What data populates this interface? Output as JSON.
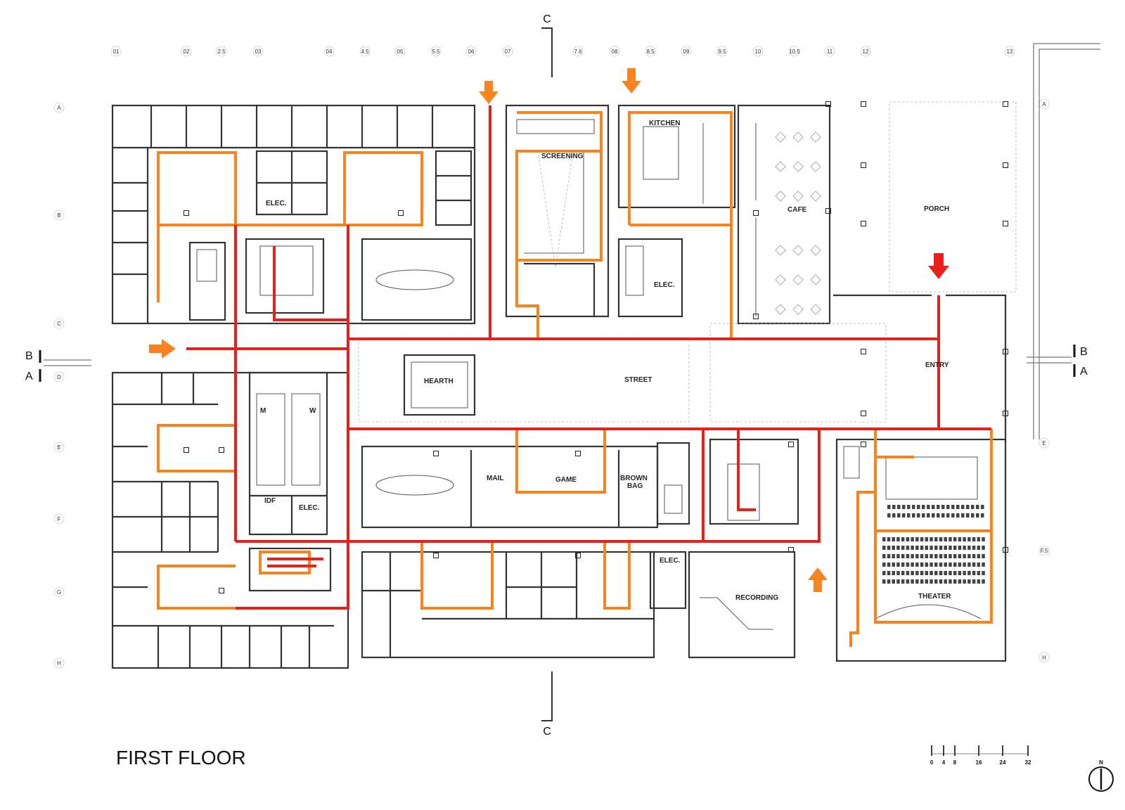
{
  "title": "FIRST FLOOR",
  "north_label": "N",
  "section_markers": {
    "c_top": "C",
    "c_bottom": "C",
    "b_left": "B",
    "a_left": "A",
    "b_right": "B",
    "a_right": "A"
  },
  "column_grid": [
    "01",
    "02",
    "2.5",
    "03",
    "04",
    "4.5",
    "05",
    "5.5",
    "06",
    "07",
    "7.6",
    "08",
    "8.5",
    "09",
    "9.5",
    "10",
    "10.5",
    "11",
    "12",
    "13"
  ],
  "row_grid": [
    "A",
    "B",
    "C",
    "D",
    "E",
    "F",
    "G",
    "H"
  ],
  "row_grid_right": [
    "A",
    "E",
    "F.5",
    "H"
  ],
  "scale_bar": [
    "0",
    "4",
    "8",
    "16",
    "24",
    "32"
  ],
  "rooms": {
    "elec_1": "ELEC.",
    "screening": "SCREENING",
    "kitchen": "KITCHEN",
    "cafe": "CAFE",
    "porch": "PORCH",
    "elec_2": "ELEC.",
    "entry": "ENTRY",
    "hearth": "HEARTH",
    "street": "STREET",
    "m": "M",
    "w": "W",
    "idf": "IDF",
    "elec_3": "ELEC.",
    "mail": "MAIL",
    "game": "GAME",
    "brown_bag": "BROWN",
    "brown_bag_2": "BAG",
    "elec_4": "ELEC.",
    "recording": "RECORDING",
    "theater": "THEATER"
  },
  "colors": {
    "primary_route": "#e8201c",
    "secondary_route": "#f7841f",
    "walls": "#333333"
  }
}
